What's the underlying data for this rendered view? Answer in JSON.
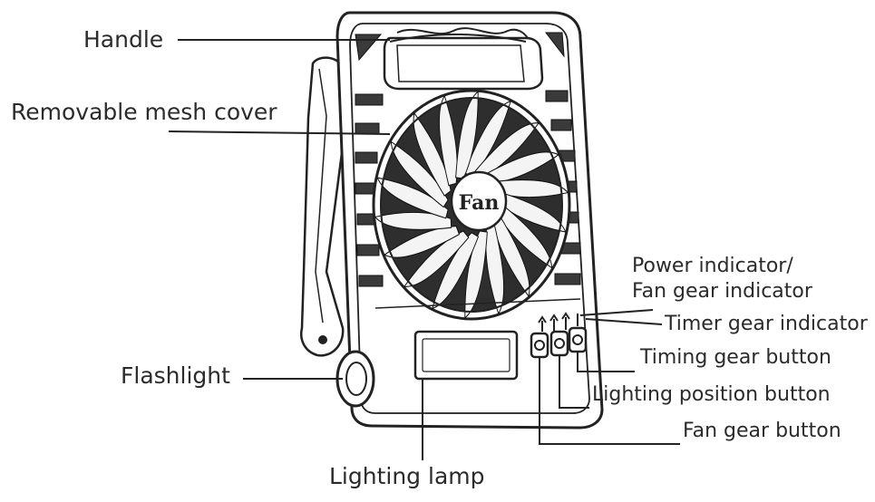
{
  "labels": {
    "handle": "Handle",
    "mesh_cover": "Removable mesh cover",
    "flashlight": "Flashlight",
    "lighting_lamp": "Lighting lamp",
    "power_indicator_line1": "Power indicator/",
    "power_indicator_line2": "Fan gear indicator",
    "timer_gear_indicator": "Timer gear indicator",
    "timing_gear_button": "Timing gear button",
    "lighting_position_button": "Lighting position button",
    "fan_gear_button": "Fan gear button"
  },
  "fan_hub_text": "Fan",
  "colors": {
    "ink": "#222222",
    "text": "#2b2b2b",
    "fill_dark": "#3a3a3a",
    "background": "#ffffff"
  }
}
